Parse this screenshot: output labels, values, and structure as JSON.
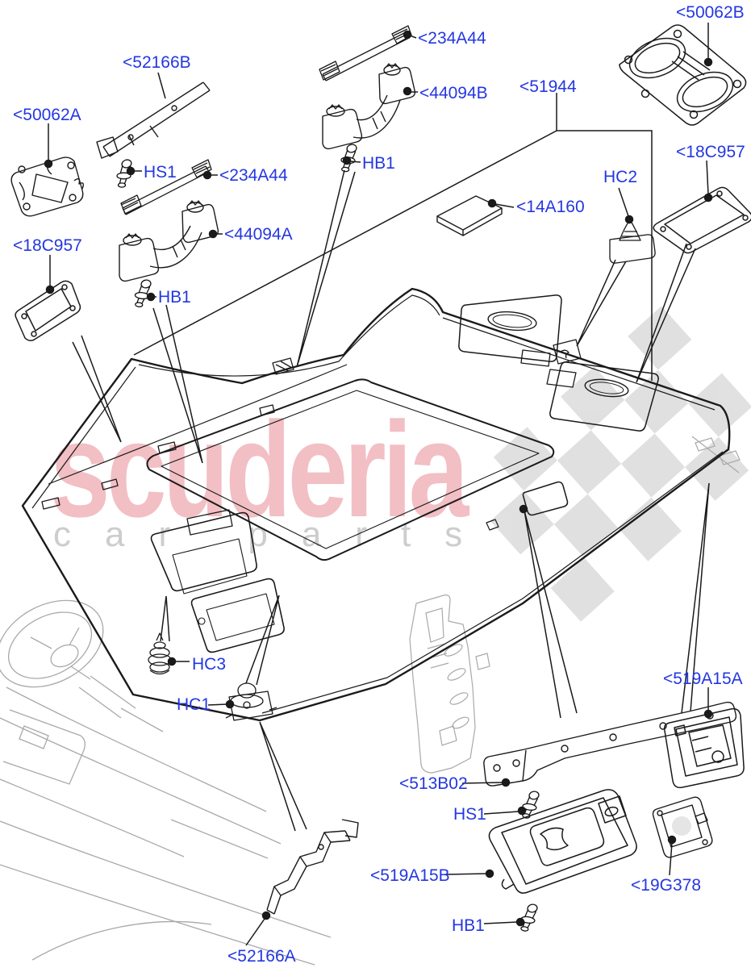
{
  "diagram_title": "Headlining and sun visors exploded parts diagram",
  "watermark": {
    "brand": "scuderia",
    "sub": "car parts",
    "brand_color": "#f2bfc4",
    "sub_color": "#cdcdcd",
    "checker_color": "#d9d9d9"
  },
  "callout_color": "#2437e2",
  "line_color": "#1a1a1a",
  "sketch_color": "#a9a9a9",
  "callouts": [
    {
      "id": "50062A",
      "label": "<50062A"
    },
    {
      "id": "52166B",
      "label": "<52166B"
    },
    {
      "id": "HS1-top",
      "label": "HS1"
    },
    {
      "id": "234A44-left",
      "label": "<234A44"
    },
    {
      "id": "18C957-left",
      "label": "<18C957"
    },
    {
      "id": "44094A",
      "label": "<44094A"
    },
    {
      "id": "HB1-left",
      "label": "HB1"
    },
    {
      "id": "234A44-top",
      "label": "<234A44"
    },
    {
      "id": "44094B",
      "label": "<44094B"
    },
    {
      "id": "51944",
      "label": "<51944"
    },
    {
      "id": "HB1-top",
      "label": "HB1"
    },
    {
      "id": "14A160",
      "label": "<14A160"
    },
    {
      "id": "HC2",
      "label": "HC2"
    },
    {
      "id": "50062B",
      "label": "<50062B"
    },
    {
      "id": "18C957-right",
      "label": "<18C957"
    },
    {
      "id": "HC3",
      "label": "HC3"
    },
    {
      "id": "HC1",
      "label": "HC1"
    },
    {
      "id": "519A15A",
      "label": "<519A15A"
    },
    {
      "id": "513B02",
      "label": "<513B02"
    },
    {
      "id": "HS1-bottom",
      "label": "HS1"
    },
    {
      "id": "519A15B",
      "label": "<519A15B"
    },
    {
      "id": "19G378",
      "label": "<19G378"
    },
    {
      "id": "HB1-bottom",
      "label": "HB1"
    },
    {
      "id": "52166A",
      "label": "<52166A"
    }
  ]
}
